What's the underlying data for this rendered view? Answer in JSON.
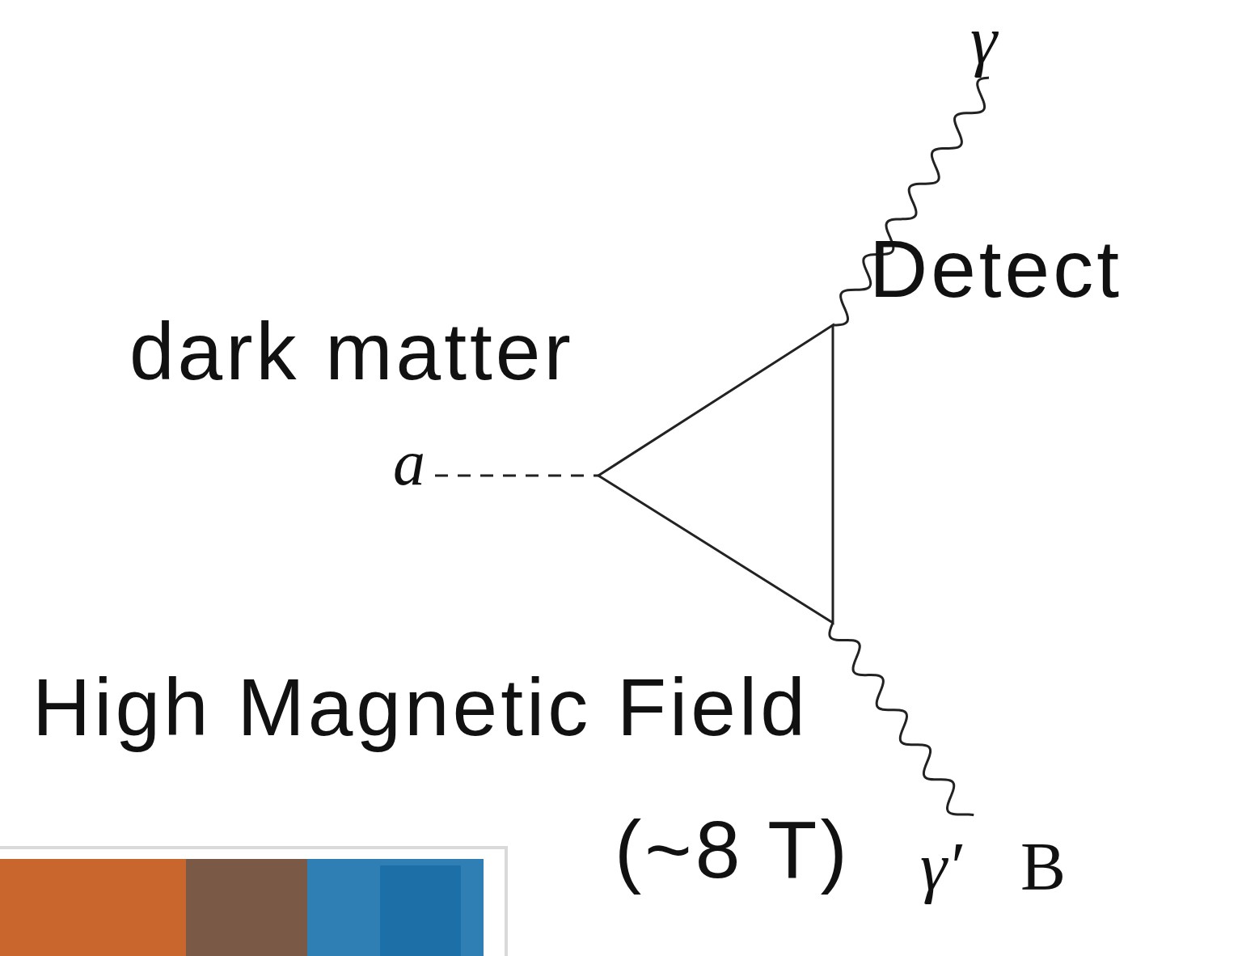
{
  "diagram": {
    "labels": [
      "γ",
      "Detect",
      "dark matter",
      "a",
      "High Magnetic Field",
      "(~8 T)",
      "γ′",
      "B"
    ]
  }
}
